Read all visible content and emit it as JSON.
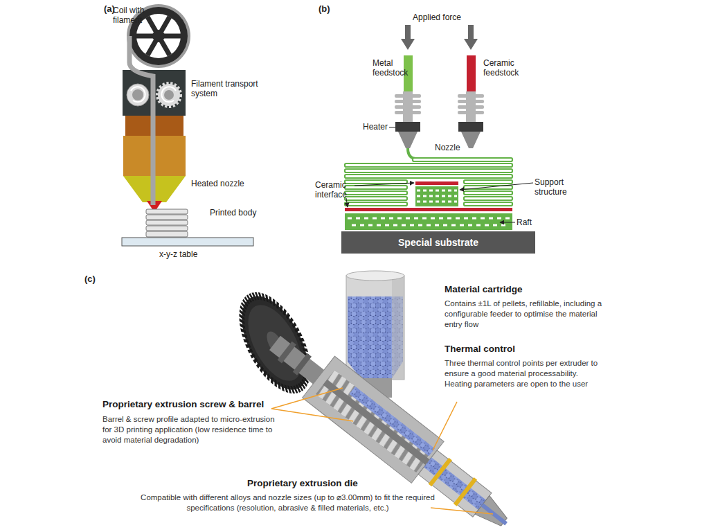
{
  "diagram": {
    "nodes": [
      {
        "text": [
          "Special substrate"
        ]
      }
    ],
    "labels": [
      "(a)",
      "Coil with filament",
      "Filament transport system",
      "Heated nozzle",
      "Printed body",
      "x-y-z table",
      "(b)",
      "Applied force",
      "Metal feedstock",
      "Ceramic feedstock",
      "Heater",
      "Nozzle",
      "Ceramic interface",
      "Support structure",
      "Raft",
      "(c)",
      "Material cartridge",
      "Contains ±1L of pellets, refillable, including a configurable feeder to optimise the material entry flow",
      "Thermal control",
      "Three thermal control points per extruder to ensure a good material processability. Heating parameters are open to the user",
      "Proprietary extrusion screw & barrel",
      "Barrel & screw profile adapted to micro-extrusion for 3D printing application (low residence time to avoid material degradation)",
      "Proprietary extrusion die",
      "Compatible with different alloys and nozzle sizes (up to ⌀3.00mm) to fit the required specifications (resolution, abrasive & filled materials, etc.)"
    ]
  }
}
